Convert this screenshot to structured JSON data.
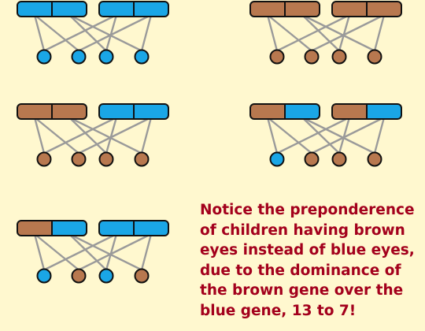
{
  "colors": {
    "background": "#fff8cf",
    "blue": "#1aa6e6",
    "brown": "#b8784f",
    "outline": "#111111",
    "link": "#9a9a9a",
    "note_text": "#a3001c"
  },
  "crosses": [
    {
      "parent_a": [
        "blue",
        "blue"
      ],
      "parent_b": [
        "blue",
        "blue"
      ],
      "children": [
        "blue",
        "blue",
        "blue",
        "blue"
      ]
    },
    {
      "parent_a": [
        "brown",
        "brown"
      ],
      "parent_b": [
        "brown",
        "brown"
      ],
      "children": [
        "brown",
        "brown",
        "brown",
        "brown"
      ]
    },
    {
      "parent_a": [
        "brown",
        "brown"
      ],
      "parent_b": [
        "blue",
        "blue"
      ],
      "children": [
        "brown",
        "brown",
        "brown",
        "brown"
      ]
    },
    {
      "parent_a": [
        "brown",
        "blue"
      ],
      "parent_b": [
        "brown",
        "blue"
      ],
      "children": [
        "blue",
        "brown",
        "brown",
        "brown"
      ]
    },
    {
      "parent_a": [
        "brown",
        "blue"
      ],
      "parent_b": [
        "blue",
        "blue"
      ],
      "children": [
        "blue",
        "brown",
        "blue",
        "brown"
      ]
    }
  ],
  "note": {
    "lines": [
      "Notice the preponderence",
      "of children having brown",
      "eyes instead of blue eyes,",
      "due to the dominance of",
      "the brown gene over the",
      "blue gene, 13 to 7!"
    ]
  }
}
